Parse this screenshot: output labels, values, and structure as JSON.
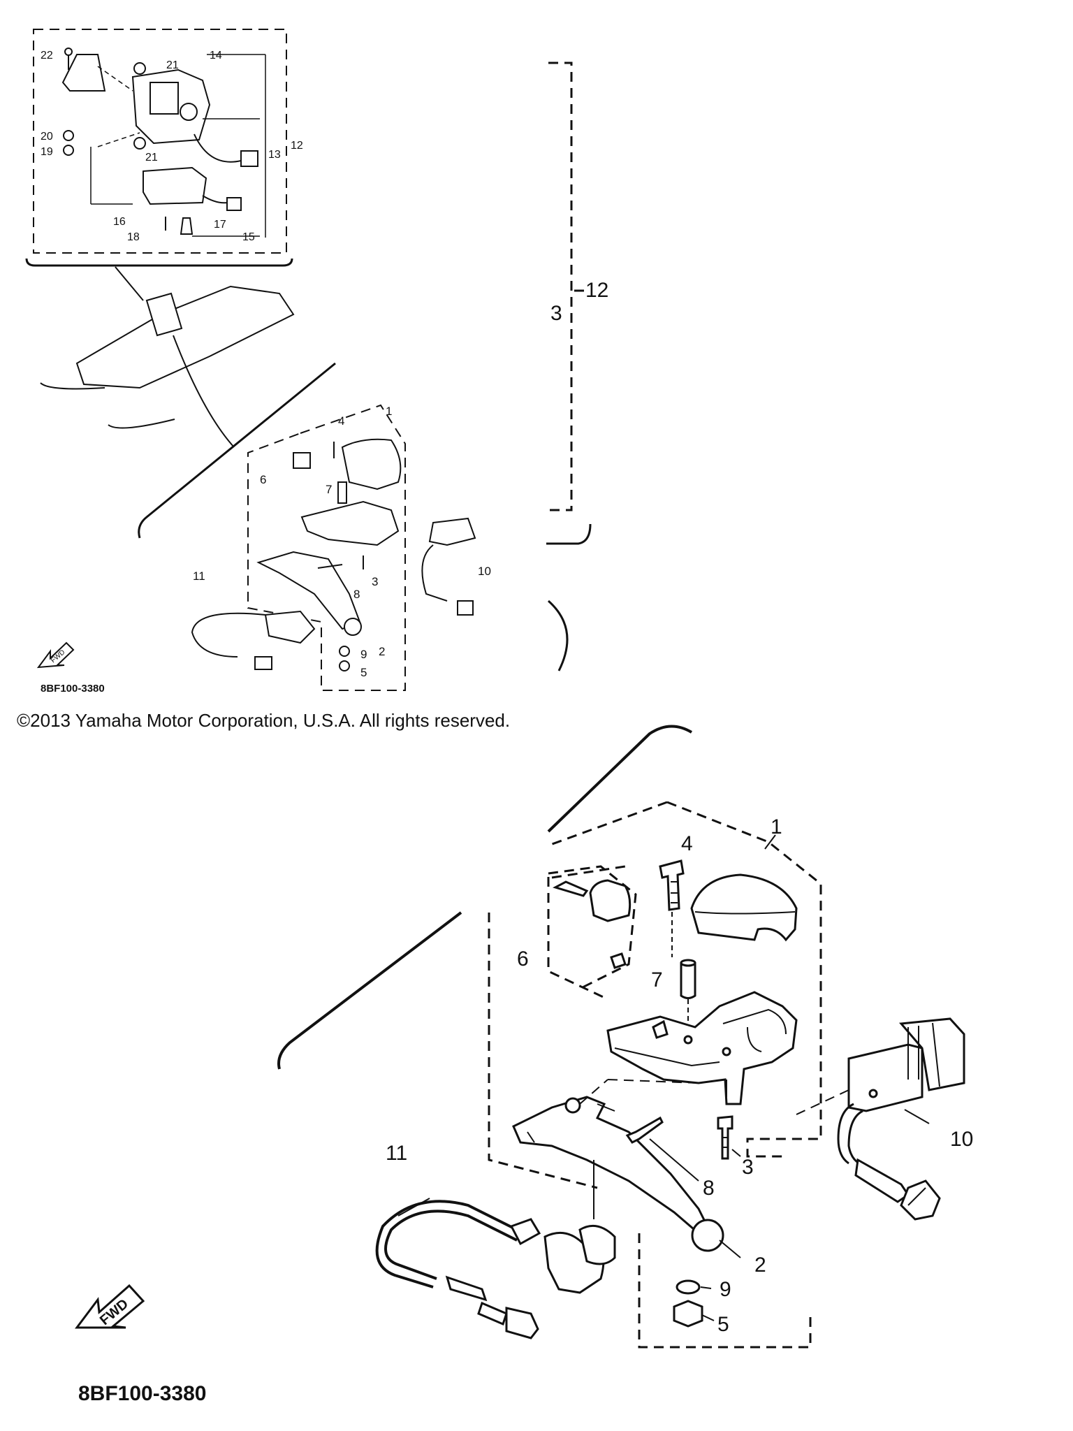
{
  "copyright": "©2013 Yamaha Motor Corporation, U.S.A. All rights reserved.",
  "diagram_code": "8BF100-3380",
  "fwd_label": "FWD",
  "callouts_top": {
    "c1": "1",
    "c2": "2",
    "c3": "3",
    "c4": "4",
    "c5": "5",
    "c6": "6",
    "c7": "7",
    "c8": "8",
    "c9": "9",
    "c10": "10",
    "c11": "11",
    "c12": "12",
    "c13": "13",
    "c14": "14",
    "c15": "15",
    "c16": "16",
    "c17": "17",
    "c18": "18",
    "c19": "19",
    "c20": "20",
    "c21a": "21",
    "c21b": "21",
    "c22": "22"
  },
  "bracket_right": {
    "label_a": "3",
    "label_b": "12"
  },
  "callouts_bottom": {
    "c1": "1",
    "c2": "2",
    "c3": "3",
    "c4": "4",
    "c5": "5",
    "c6": "6",
    "c7": "7",
    "c8": "8",
    "c9": "9",
    "c10": "10",
    "c11": "11"
  }
}
